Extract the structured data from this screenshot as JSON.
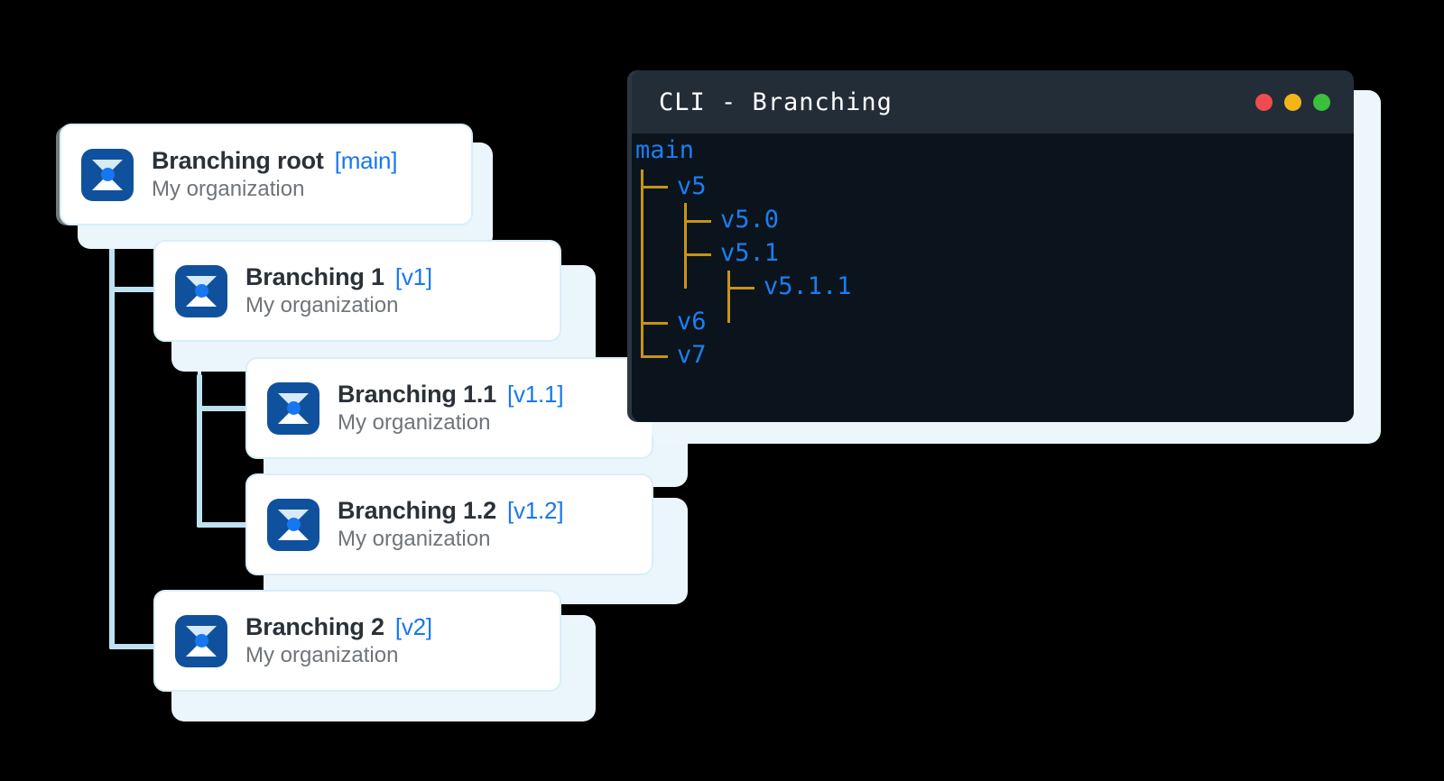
{
  "tree_cards": [
    {
      "id": "branching-root",
      "title": "Branching root",
      "tag": "[main]",
      "subtitle": "My organization",
      "icon": "hourglass-icon"
    },
    {
      "id": "branching-1",
      "title": "Branching 1",
      "tag": "[v1]",
      "subtitle": "My organization",
      "icon": "hourglass-icon"
    },
    {
      "id": "branching-1-1",
      "title": "Branching 1.1",
      "tag": "[v1.1]",
      "subtitle": "My organization",
      "icon": "hourglass-icon"
    },
    {
      "id": "branching-1-2",
      "title": "Branching 1.2",
      "tag": "[v1.2]",
      "subtitle": "My organization",
      "icon": "hourglass-icon"
    },
    {
      "id": "branching-2",
      "title": "Branching 2",
      "tag": "[v2]",
      "subtitle": "My organization",
      "icon": "hourglass-icon"
    }
  ],
  "terminal": {
    "title": "CLI - Branching",
    "traffic_lights": [
      {
        "name": "close",
        "color": "#ef4d4d"
      },
      {
        "name": "minimize",
        "color": "#f5b519"
      },
      {
        "name": "maximize",
        "color": "#3dbf3d"
      }
    ],
    "tree": {
      "root": "main",
      "nodes": [
        {
          "label": "v5",
          "depth": 1,
          "glyph": "├─"
        },
        {
          "label": "v5.0",
          "depth": 2,
          "glyph": "├─"
        },
        {
          "label": "v5.1",
          "depth": 2,
          "glyph": "└─"
        },
        {
          "label": "v5.1.1",
          "depth": 3,
          "glyph": "└─"
        },
        {
          "label": "v6",
          "depth": 1,
          "glyph": "├─"
        },
        {
          "label": "v7",
          "depth": 1,
          "glyph": "└─"
        }
      ]
    }
  },
  "colors": {
    "accent_blue": "#1677f2",
    "icon_navy": "#10519e",
    "connector_blue": "#bfe2f2",
    "glow": "#eaf6fb",
    "terminal_bg": "#0b141c",
    "terminal_titlebar": "#222d38",
    "tree_line": "#c79417",
    "tree_label": "#1c7ef0",
    "title_text": "#2a3138",
    "subtitle_text": "#6f7479"
  }
}
